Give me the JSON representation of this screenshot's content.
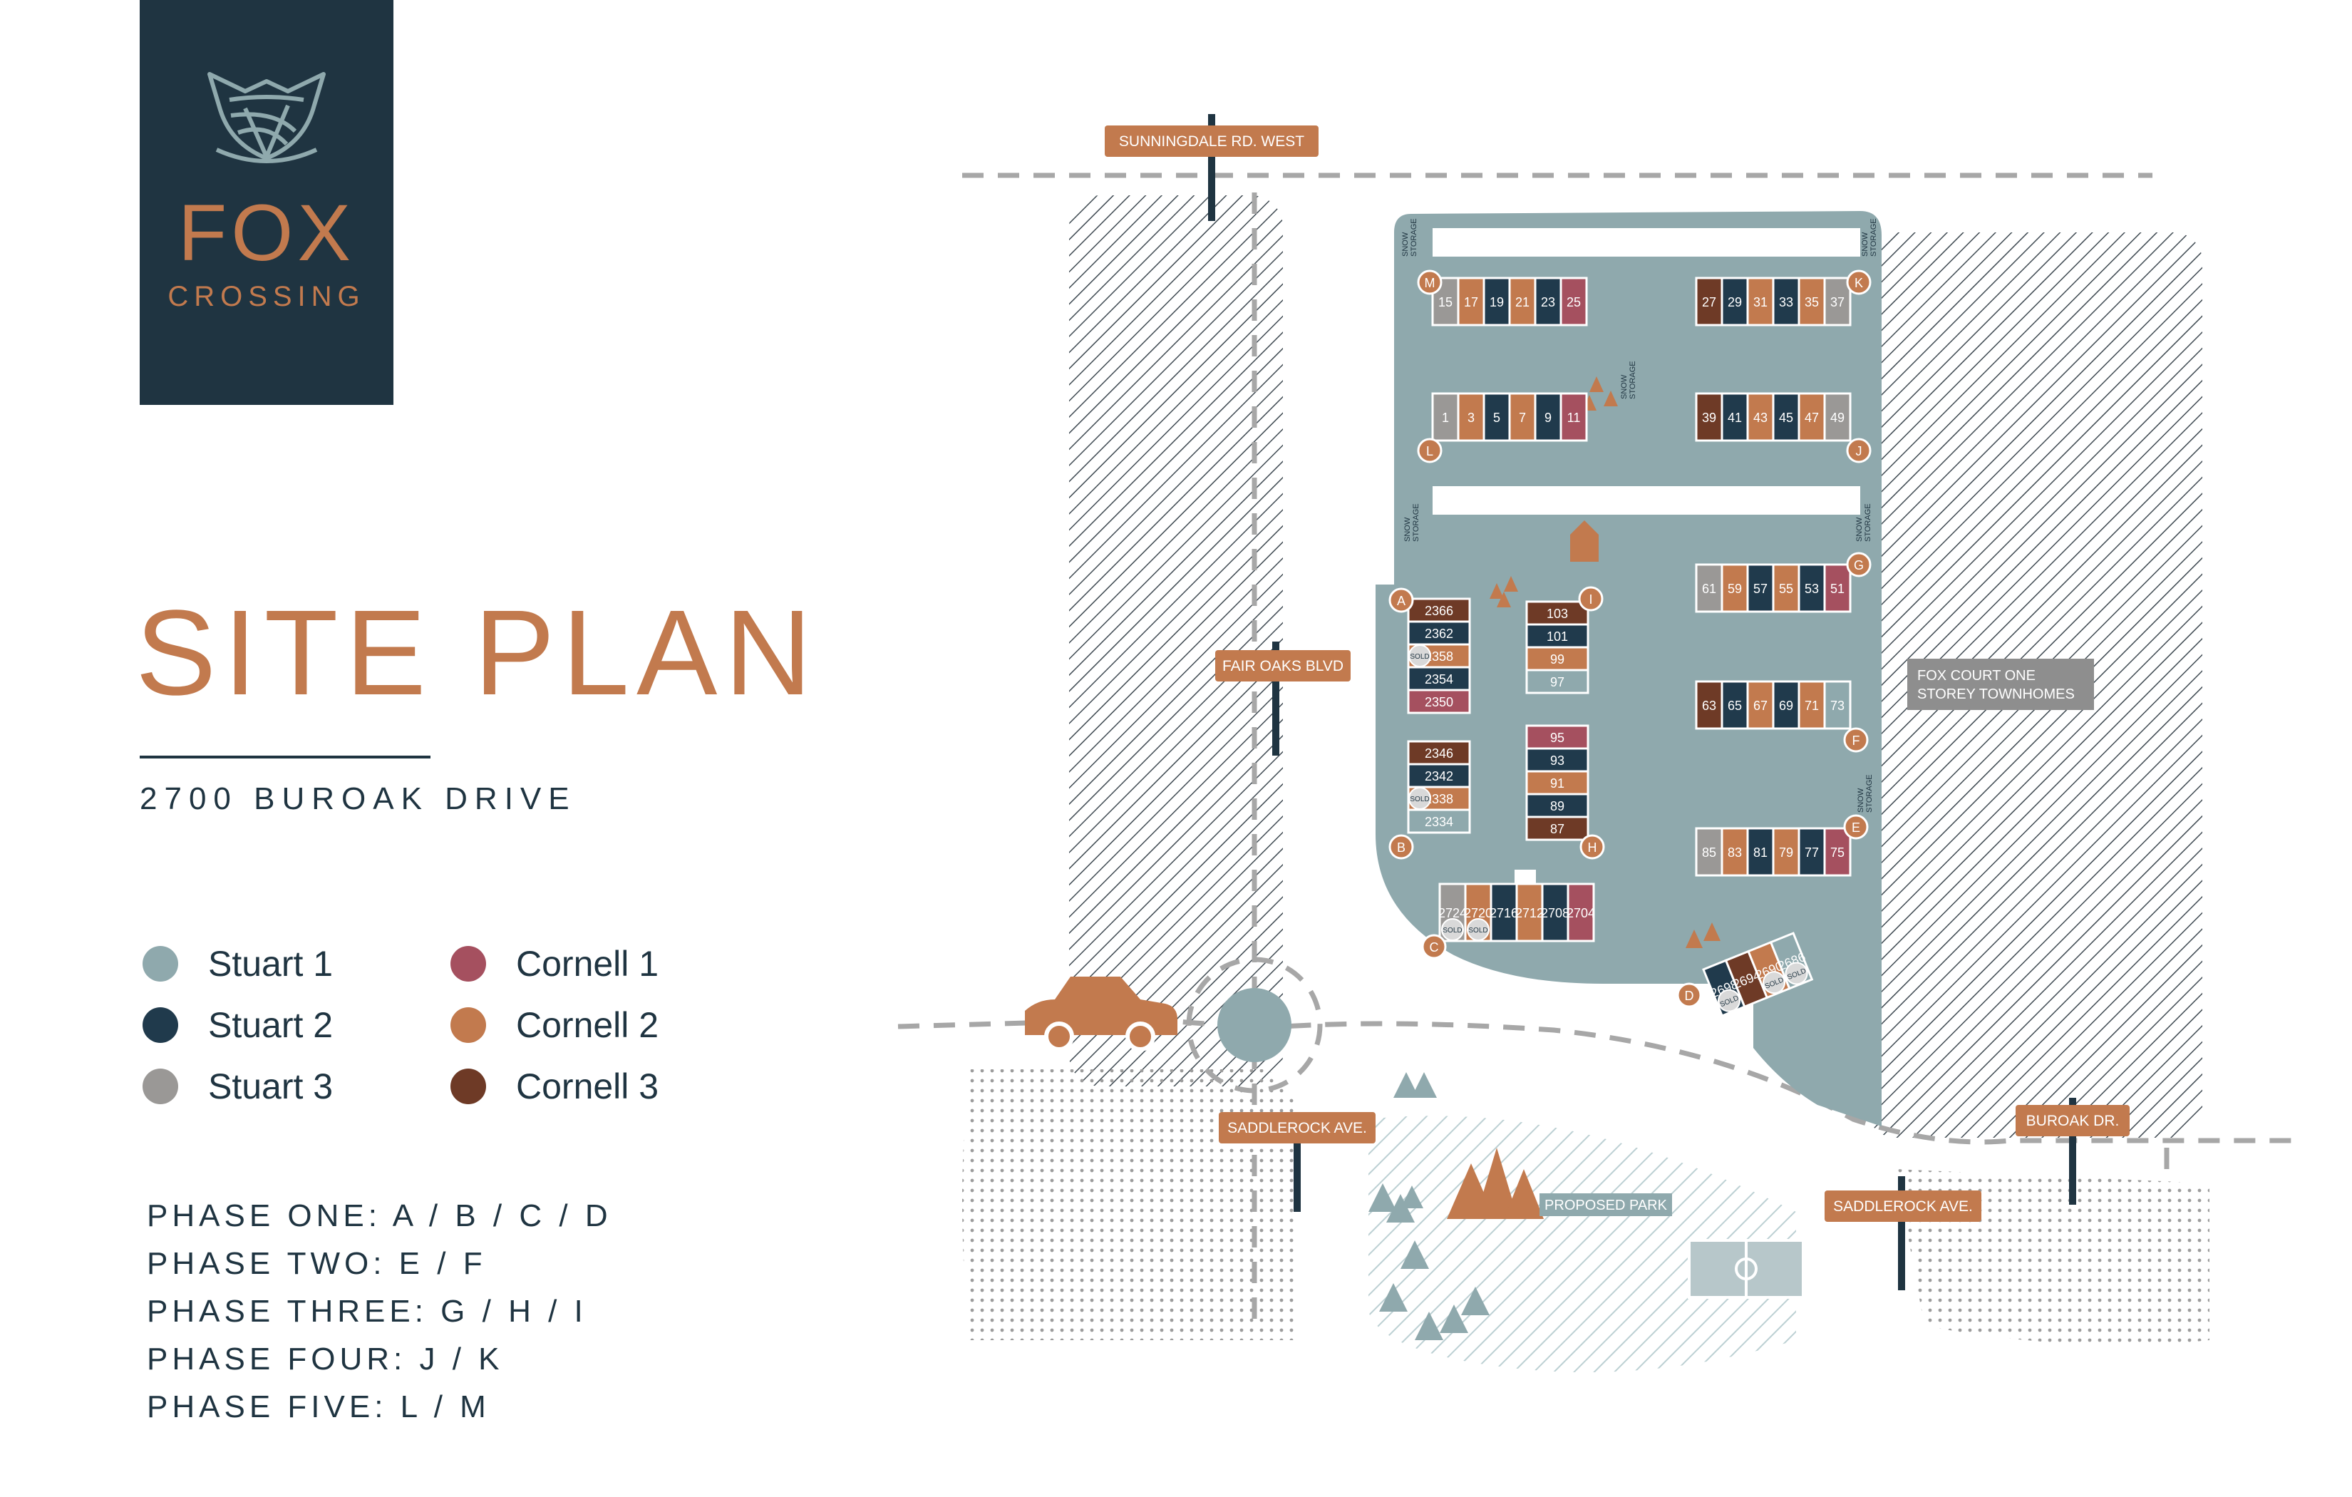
{
  "brand": {
    "name": "FOX",
    "subname": "CROSSING",
    "colors": {
      "navy": "#1f3441",
      "copper": "#c27a4e",
      "teal": "#8fa9ad"
    }
  },
  "page": {
    "title": "SITE PLAN",
    "address": "2700 BUROAK DRIVE"
  },
  "legend": [
    {
      "label": "Stuart 1",
      "color": "#8fa9ad"
    },
    {
      "label": "Stuart 2",
      "color": "#203a4c"
    },
    {
      "label": "Stuart 3",
      "color": "#9a9896"
    },
    {
      "label": "Cornell 1",
      "color": "#a5505f"
    },
    {
      "label": "Cornell 2",
      "color": "#c27a4e"
    },
    {
      "label": "Cornell 3",
      "color": "#6e3a26"
    }
  ],
  "phases": [
    "PHASE ONE: A / B / C / D",
    "PHASE TWO: E / F",
    "PHASE THREE: G / H / I",
    "PHASE FOUR: J / K",
    "PHASE FIVE: L / M"
  ],
  "streets": {
    "sunningdale": "SUNNINGDALE RD. WEST",
    "fair_oaks": "FAIR OAKS BLVD",
    "saddlerock_west": "SADDLEROCK AVE.",
    "saddlerock_east": "SADDLEROCK AVE.",
    "buroak": "BUROAK DR."
  },
  "map_labels": {
    "fox_court_line1": "FOX COURT ONE",
    "fox_court_line2": "STOREY TOWNHOMES",
    "proposed_park": "PROPOSED PARK",
    "snow_storage_1": "SNOW",
    "snow_storage_2": "STORAGE",
    "sold": "SOLD"
  },
  "blocks": [
    {
      "letter": "M",
      "units": [
        {
          "n": "15",
          "t": 3
        },
        {
          "n": "17",
          "t": 5
        },
        {
          "n": "19",
          "t": 2
        },
        {
          "n": "21",
          "t": 5
        },
        {
          "n": "23",
          "t": 2
        },
        {
          "n": "25",
          "t": 4
        }
      ]
    },
    {
      "letter": "L",
      "units": [
        {
          "n": "1",
          "t": 3
        },
        {
          "n": "3",
          "t": 5
        },
        {
          "n": "5",
          "t": 2
        },
        {
          "n": "7",
          "t": 5
        },
        {
          "n": "9",
          "t": 2
        },
        {
          "n": "11",
          "t": 4
        }
      ]
    },
    {
      "letter": "K",
      "units": [
        {
          "n": "27",
          "t": 6
        },
        {
          "n": "29",
          "t": 2
        },
        {
          "n": "31",
          "t": 5
        },
        {
          "n": "33",
          "t": 2
        },
        {
          "n": "35",
          "t": 5
        },
        {
          "n": "37",
          "t": 3
        }
      ]
    },
    {
      "letter": "J",
      "units": [
        {
          "n": "39",
          "t": 6
        },
        {
          "n": "41",
          "t": 2
        },
        {
          "n": "43",
          "t": 5
        },
        {
          "n": "45",
          "t": 2
        },
        {
          "n": "47",
          "t": 5
        },
        {
          "n": "49",
          "t": 3
        }
      ]
    },
    {
      "letter": "G",
      "units": [
        {
          "n": "61",
          "t": 3
        },
        {
          "n": "59",
          "t": 5
        },
        {
          "n": "57",
          "t": 2
        },
        {
          "n": "55",
          "t": 5
        },
        {
          "n": "53",
          "t": 2
        },
        {
          "n": "51",
          "t": 4
        }
      ]
    },
    {
      "letter": "F",
      "units": [
        {
          "n": "63",
          "t": 6
        },
        {
          "n": "65",
          "t": 2
        },
        {
          "n": "67",
          "t": 5
        },
        {
          "n": "69",
          "t": 2
        },
        {
          "n": "71",
          "t": 5
        },
        {
          "n": "73",
          "t": 1
        }
      ]
    },
    {
      "letter": "E",
      "units": [
        {
          "n": "85",
          "t": 3
        },
        {
          "n": "83",
          "t": 5
        },
        {
          "n": "81",
          "t": 2
        },
        {
          "n": "79",
          "t": 5
        },
        {
          "n": "77",
          "t": 2
        },
        {
          "n": "75",
          "t": 4
        }
      ]
    },
    {
      "letter": "A",
      "units": [
        {
          "n": "2366",
          "t": 6
        },
        {
          "n": "2362",
          "t": 2
        },
        {
          "n": "2358",
          "t": 5,
          "sold": true
        },
        {
          "n": "2354",
          "t": 2
        },
        {
          "n": "2350",
          "t": 4
        }
      ]
    },
    {
      "letter": "B",
      "units": [
        {
          "n": "2346",
          "t": 6
        },
        {
          "n": "2342",
          "t": 2
        },
        {
          "n": "2338",
          "t": 5,
          "sold": true
        },
        {
          "n": "2334",
          "t": 1
        }
      ]
    },
    {
      "letter": "I",
      "units": [
        {
          "n": "103",
          "t": 6
        },
        {
          "n": "101",
          "t": 2
        },
        {
          "n": "99",
          "t": 5
        },
        {
          "n": "97",
          "t": 1
        }
      ]
    },
    {
      "letter": "H",
      "units": [
        {
          "n": "95",
          "t": 4
        },
        {
          "n": "93",
          "t": 2
        },
        {
          "n": "91",
          "t": 5
        },
        {
          "n": "89",
          "t": 2
        },
        {
          "n": "87",
          "t": 6
        }
      ]
    },
    {
      "letter": "C",
      "units": [
        {
          "n": "2724",
          "t": 3,
          "sold": true
        },
        {
          "n": "2720",
          "t": 5,
          "sold": true
        },
        {
          "n": "2716",
          "t": 2
        },
        {
          "n": "2712",
          "t": 5
        },
        {
          "n": "2708",
          "t": 2
        },
        {
          "n": "2704",
          "t": 4
        }
      ]
    },
    {
      "letter": "D",
      "units": [
        {
          "n": "2698",
          "t": 2,
          "sold": true
        },
        {
          "n": "2694",
          "t": 6
        },
        {
          "n": "2690",
          "t": 5,
          "sold": true
        },
        {
          "n": "2686",
          "t": 1,
          "sold": true
        }
      ]
    }
  ]
}
